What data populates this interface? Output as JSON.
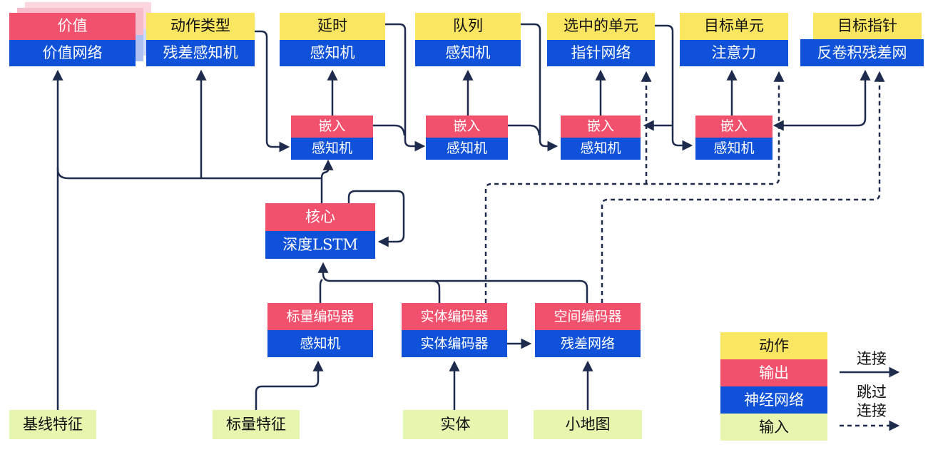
{
  "nodes": {
    "heads": [
      {
        "top": "价值",
        "bottom": "价值网络",
        "top_kind": "output"
      },
      {
        "top": "动作类型",
        "bottom": "残差感知机",
        "top_kind": "action"
      },
      {
        "top": "延时",
        "bottom": "感知机",
        "top_kind": "action"
      },
      {
        "top": "队列",
        "bottom": "感知机",
        "top_kind": "action"
      },
      {
        "top": "选中的单元",
        "bottom": "指针网络",
        "top_kind": "action"
      },
      {
        "top": "目标单元",
        "bottom": "注意力",
        "top_kind": "action"
      },
      {
        "top": "目标指针",
        "bottom": "反卷积残差网",
        "top_kind": "action"
      }
    ],
    "embeddings": [
      {
        "top": "嵌入",
        "bottom": "感知机"
      },
      {
        "top": "嵌入",
        "bottom": "感知机"
      },
      {
        "top": "嵌入",
        "bottom": "感知机"
      },
      {
        "top": "嵌入",
        "bottom": "感知机"
      }
    ],
    "core": {
      "top": "核心",
      "bottom": "深度LSTM"
    },
    "encoders": [
      {
        "top": "标量编码器",
        "bottom": "感知机"
      },
      {
        "top": "实体编码器",
        "bottom": "实体编码器"
      },
      {
        "top": "空间编码器",
        "bottom": "残差网络"
      }
    ],
    "inputs": [
      {
        "label": "基线特征"
      },
      {
        "label": "标量特征"
      },
      {
        "label": "实体"
      },
      {
        "label": "小地图"
      }
    ]
  },
  "legend": {
    "rows": [
      {
        "label": "动作",
        "kind": "action"
      },
      {
        "label": "输出",
        "kind": "output"
      },
      {
        "label": "神经网络",
        "kind": "network"
      },
      {
        "label": "输入",
        "kind": "input"
      }
    ],
    "solid_arrow_label": "连接",
    "dashed_arrow_label_line1": "跳过",
    "dashed_arrow_label_line2": "连接"
  },
  "colors": {
    "action_yellow": "#fbe661",
    "output_red": "#f2516d",
    "network_blue": "#0f52d9",
    "input_green": "#e6f6ae",
    "line_navy": "#1e2b4d",
    "value_stack_pink": "#f7bcca",
    "value_stack_blue": "#afc1f0"
  }
}
